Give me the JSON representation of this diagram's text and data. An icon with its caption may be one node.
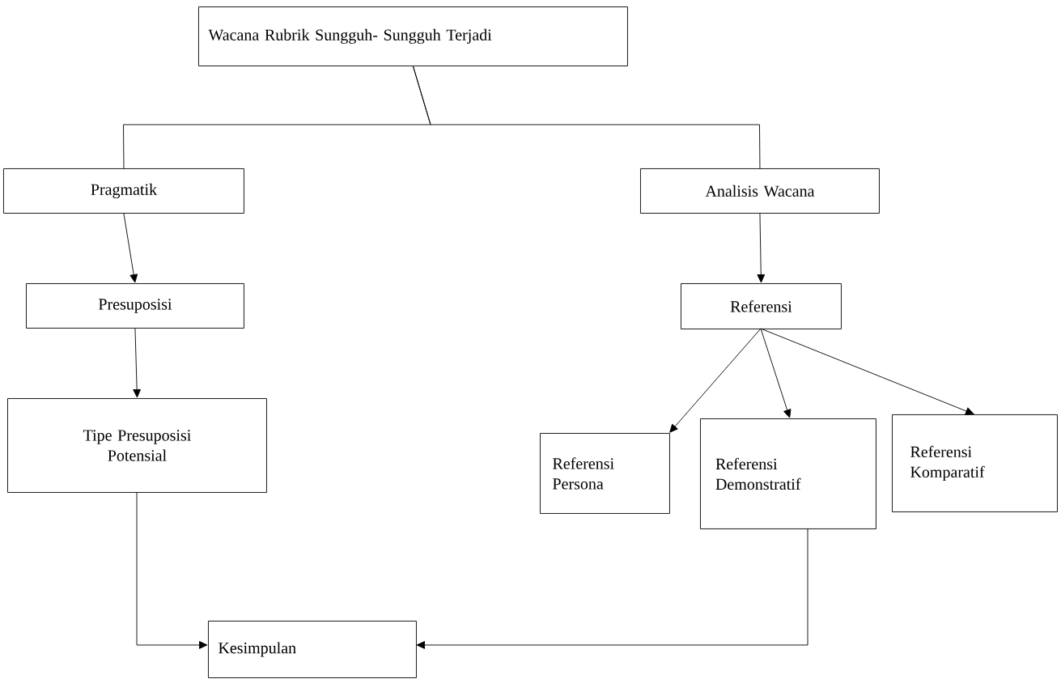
{
  "diagram": {
    "nodes": [
      {
        "text": [
          "Wacana Rubrik Sungguh- Sungguh Terjadi"
        ]
      },
      {
        "text": [
          "Pragmatik"
        ]
      },
      {
        "text": [
          "Analisis Wacana"
        ]
      },
      {
        "text": [
          "Presuposisi"
        ]
      },
      {
        "text": [
          "Referensi"
        ]
      },
      {
        "text": [
          "Tipe Presuposisi Potensial"
        ]
      },
      {
        "text": [
          "Referensi Persona"
        ]
      },
      {
        "text": [
          "Referensi Demonstratif"
        ]
      },
      {
        "text": [
          "Referensi Komparatif"
        ]
      },
      {
        "text": [
          "Kesimpulan"
        ]
      }
    ],
    "edges": [
      {
        "from": 0,
        "to": 1,
        "arrow": "none"
      },
      {
        "from": 0,
        "to": 2,
        "arrow": "none"
      },
      {
        "from": 1,
        "to": 3,
        "arrow": "to"
      },
      {
        "from": 2,
        "to": 4,
        "arrow": "to"
      },
      {
        "from": 3,
        "to": 5,
        "arrow": "to"
      },
      {
        "from": 4,
        "to": 6,
        "arrow": "to"
      },
      {
        "from": 4,
        "to": 7,
        "arrow": "to"
      },
      {
        "from": 4,
        "to": 8,
        "arrow": "to"
      },
      {
        "from": 5,
        "to": 9,
        "arrow": "to"
      },
      {
        "from": 7,
        "to": 9,
        "arrow": "to"
      }
    ]
  }
}
